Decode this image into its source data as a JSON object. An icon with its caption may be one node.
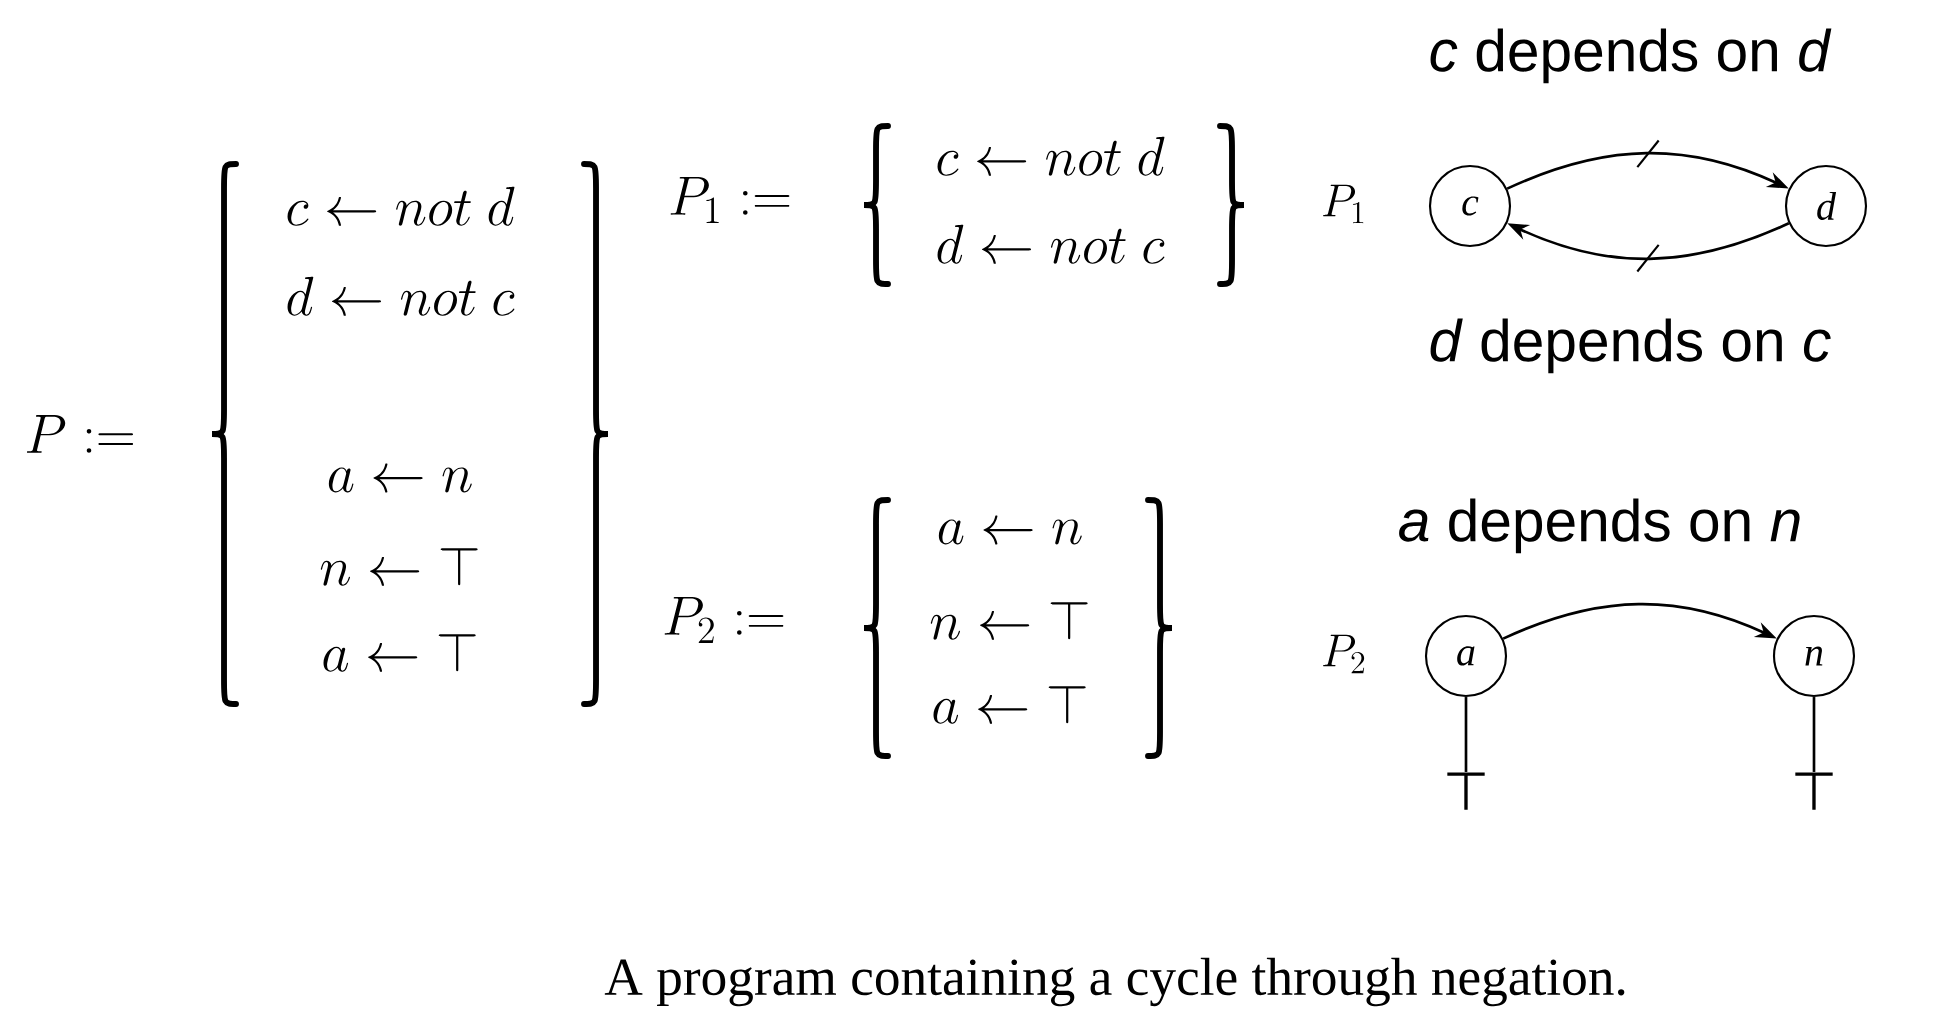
{
  "diagram": {
    "caption": "A program containing a cycle through negation.",
    "nodes": [
      {
        "text": [
          "c"
        ]
      },
      {
        "text": [
          "d"
        ]
      },
      {
        "text": [
          "a"
        ]
      },
      {
        "text": [
          "n"
        ]
      },
      {
        "text": [
          "⊤"
        ]
      },
      {
        "text": [
          "⊤"
        ]
      }
    ],
    "edges": [
      {
        "from": 0,
        "to": 1,
        "arrow": "to",
        "label": "*c* depends on *d*"
      },
      {
        "from": 1,
        "to": 0,
        "arrow": "to",
        "label": "*d* depends on *c*"
      },
      {
        "from": 2,
        "to": 3,
        "arrow": "to",
        "label": "*a* depends on *n*"
      },
      {
        "from": 2,
        "to": 4,
        "arrow": "none"
      },
      {
        "from": 3,
        "to": 5,
        "arrow": "none"
      }
    ],
    "labels": [
      "P :=",
      "c \\leftarrow not\\ d",
      "d \\leftarrow not\\ c",
      "a \\leftarrow n",
      "n \\leftarrow \\top",
      "a \\leftarrow \\top",
      "P_1 :=",
      "c \\leftarrow not\\ d",
      "d \\leftarrow not\\ c",
      "P_2 :=",
      "a \\leftarrow n",
      "n \\leftarrow \\top",
      "a \\leftarrow \\top",
      "P_1",
      "P_2"
    ]
  }
}
